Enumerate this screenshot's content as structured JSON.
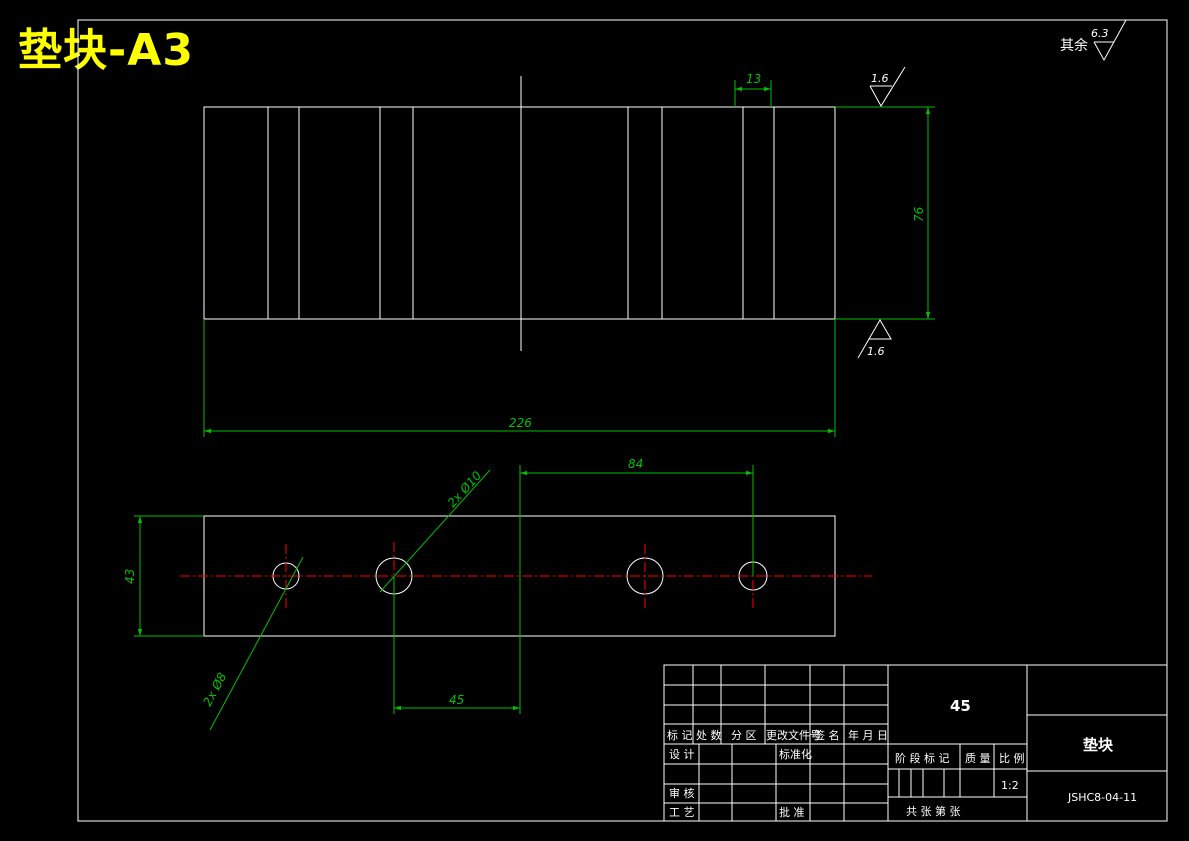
{
  "drawing_title": "垫块-A3",
  "surface": {
    "remaining_label": "其余",
    "remaining_value": "6.3",
    "top_value": "1.6",
    "bottom_value": "1.6"
  },
  "front_view": {
    "dim_length": "226",
    "dim_height": "76",
    "dim_slot": "13"
  },
  "top_view": {
    "dim_width": "43",
    "dim_spacing_left": "45",
    "dim_spacing_right": "84",
    "hole_large": "2x Ø10",
    "hole_small": "2x Ø8"
  },
  "title_block": {
    "header_labels": [
      "标 记",
      "处 数",
      "分 区",
      "更改文件号",
      "签 名",
      "年 月 日"
    ],
    "design": "设 计",
    "standardize": "标准化",
    "review": "审 核",
    "process": "工 艺",
    "approve": "批 准",
    "stage_mark": "阶 段 标 记",
    "weight": "质 量",
    "scale": "比 例",
    "scale_value": "1:2",
    "sheets": "共   张  第   张",
    "material": "45",
    "part_name": "垫块",
    "drawing_no": "JSHC8-04-11"
  },
  "colors": {
    "outline": "#ffffff",
    "dimension": "#00c000",
    "centerline": "#ff0000",
    "title": "#ffff00"
  }
}
